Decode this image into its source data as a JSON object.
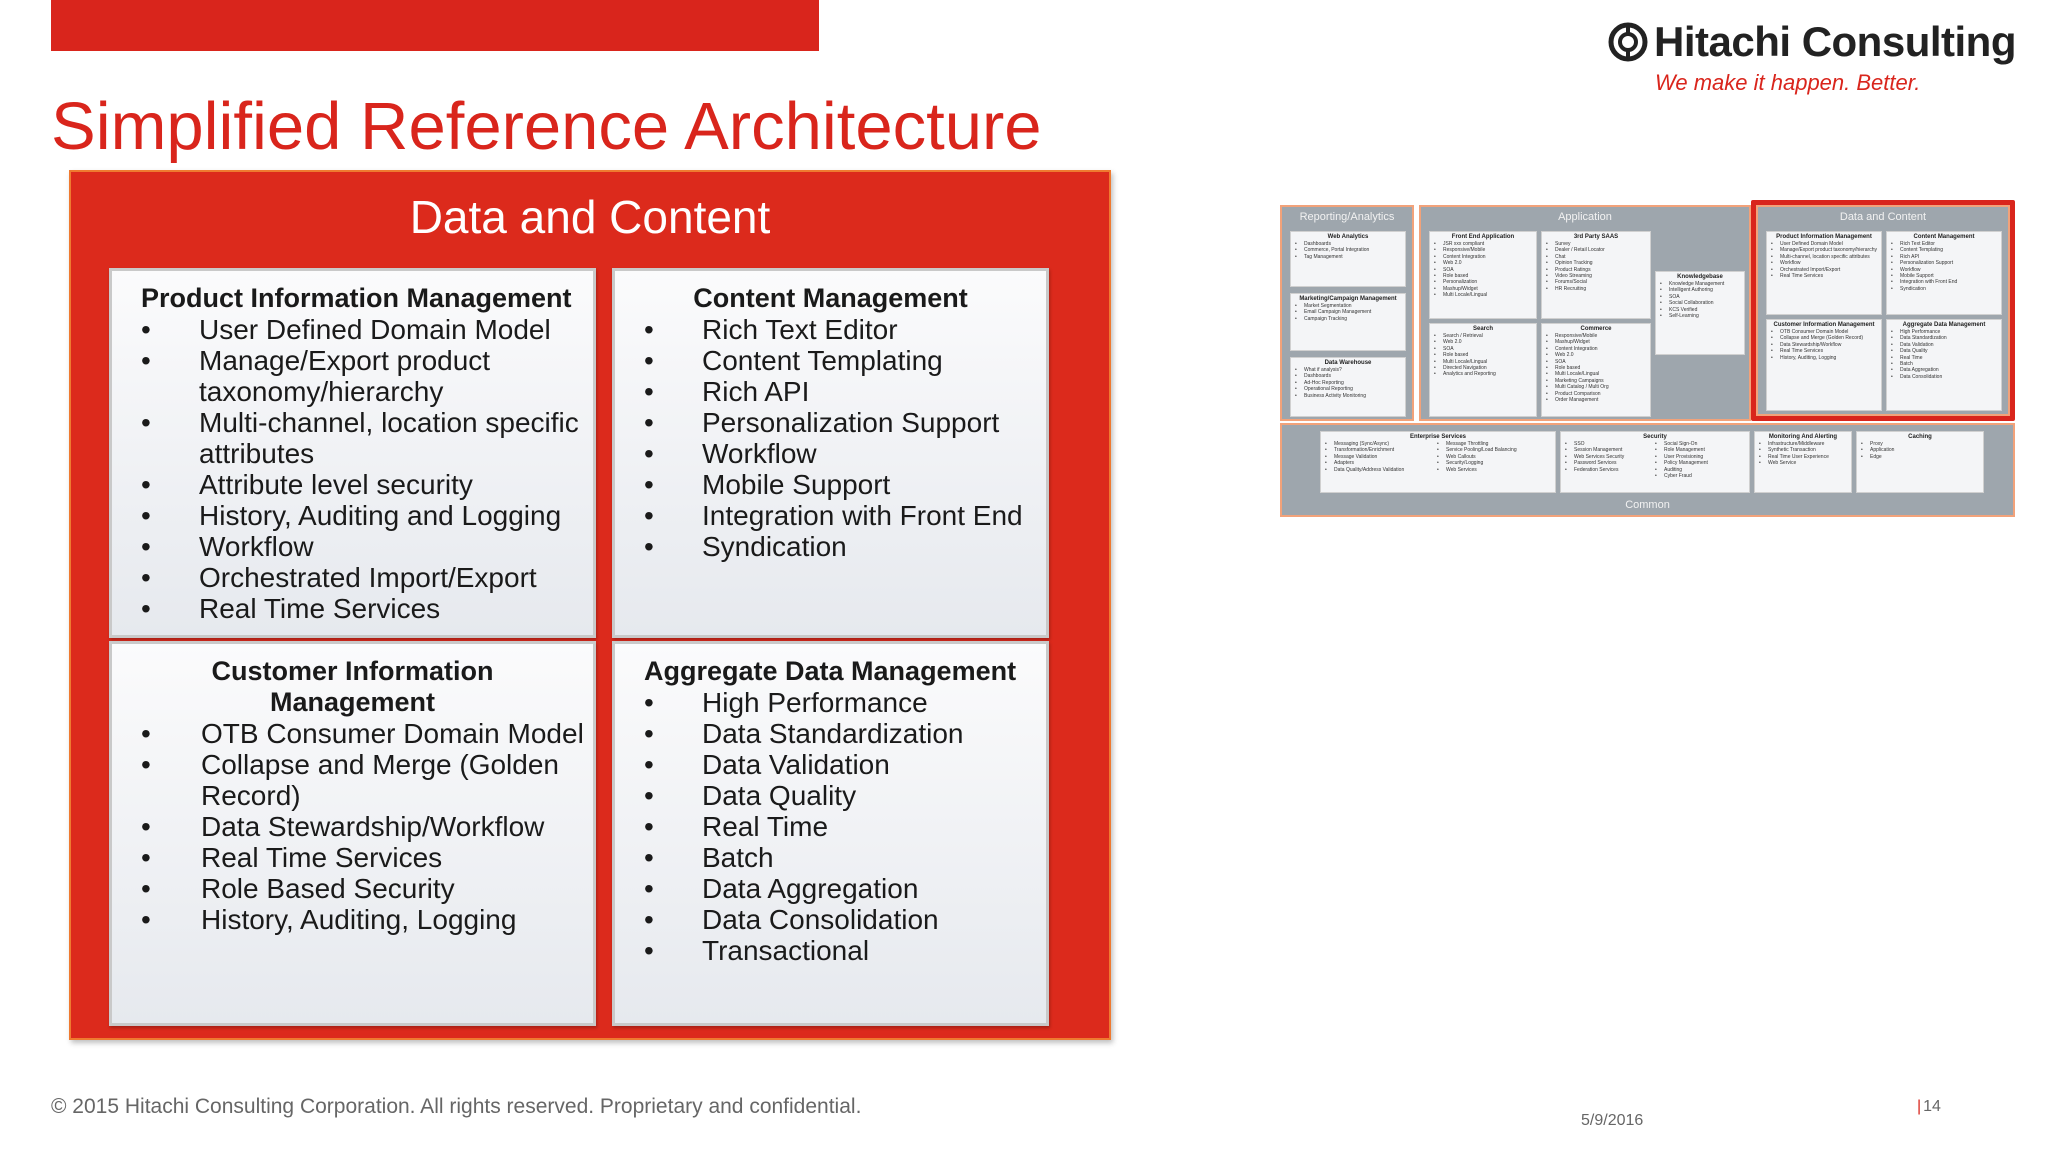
{
  "slide": {
    "title": "Simplified Reference Architecture",
    "footer": "© 2015 Hitachi Consulting Corporation.  All rights reserved. Proprietary and confidential.",
    "date": "5/9/2016",
    "page": "14",
    "accent_color": "#d9251c"
  },
  "logo": {
    "name": "Hitachi Consulting",
    "tagline": "We make it happen. Better."
  },
  "panel": {
    "title": "Data and Content",
    "boxes": [
      {
        "title": "Product Information Management",
        "items": [
          "User Defined Domain Model",
          "Manage/Export product taxonomy/hierarchy",
          "Multi-channel, location specific attributes",
          "Attribute level security",
          "History, Auditing and Logging",
          "Workflow",
          "Orchestrated Import/Export",
          "Real Time Services"
        ]
      },
      {
        "title": "Content Management",
        "items": [
          "Rich Text Editor",
          "Content Templating",
          "Rich API",
          "Personalization Support",
          "Workflow",
          "Mobile Support",
          "Integration with Front End",
          "Syndication"
        ]
      },
      {
        "title": "Customer Information Management",
        "items": [
          "OTB Consumer Domain Model",
          "Collapse and Merge (Golden Record)",
          "Data Stewardship/Workflow",
          "Real Time Services",
          "Role Based Security",
          "History, Auditing, Logging"
        ]
      },
      {
        "title": "Aggregate Data Management",
        "items": [
          "High Performance",
          "Data Standardization",
          "Data Validation",
          "Data Quality",
          "Real Time",
          "Batch",
          "Data Aggregation",
          "Data Consolidation",
          "Transactional"
        ]
      }
    ]
  },
  "thumbnail": {
    "reporting": {
      "title": "Reporting/Analytics",
      "cards": [
        {
          "title": "Web Analytics",
          "items": [
            "Dashboards",
            "Commerce, Portal Integration",
            "Tag Management"
          ]
        },
        {
          "title": "Marketing/Campaign Management",
          "items": [
            "Market Segmentation",
            "Email Campaign Management",
            "Campaign Tracking"
          ]
        },
        {
          "title": "Data Warehouse",
          "items": [
            "What if analysis?",
            "Dashboards",
            "Ad-Hoc Reporting",
            "Operational Reporting",
            "Business Activity Monitoring"
          ]
        }
      ]
    },
    "application": {
      "title": "Application",
      "cards": [
        {
          "title": "Front End Application",
          "items": [
            "JSR xxx compliant",
            "Responsive/Mobile",
            "Content Integration",
            "Web 2.0",
            "SOA",
            "Role based",
            "Personalization",
            "Mashup/Widget",
            "Multi Locale/Lingual"
          ]
        },
        {
          "title": "3rd Party SAAS",
          "items": [
            "Survey",
            "Dealer / Retail Locator",
            "Chat",
            "Opinion Tracking",
            "Product Ratings",
            "Video Streaming",
            "Forums/Social",
            "HR Recruiting"
          ]
        },
        {
          "title": "Search",
          "items": [
            "Search / Retrieval",
            "Web 2.0",
            "SOA",
            "Role based",
            "Multi Locale/Lingual",
            "Directed Navigation",
            "Analytics and Reporting"
          ]
        },
        {
          "title": "Commerce",
          "items": [
            "Responsive/Mobile",
            "Mashup/Widget",
            "Content Integration",
            "Web 2.0",
            "SOA",
            "Role based",
            "Multi Locale/Lingual",
            "Marketing Campaigns",
            "Multi Catalog / Multi Org",
            "Product Comparison",
            "Order Management"
          ]
        },
        {
          "title": "Knowledgebase",
          "items": [
            "Knowledge Management",
            "Intelligent Authoring",
            "SOA",
            "Social Collaboration",
            "KCS Verified",
            "Self-Learning"
          ]
        }
      ]
    },
    "data_content": {
      "title": "Data and Content",
      "cards": [
        {
          "title": "Product Information Management",
          "items": [
            "User Defined Domain Model",
            "Manage/Export product taxonomy/hierarchy",
            "Multi-channel, location specific attributes",
            "Workflow",
            "Orchestrated Import/Export",
            "Real Time Services"
          ]
        },
        {
          "title": "Content Management",
          "items": [
            "Rich Text Editor",
            "Content Templating",
            "Rich API",
            "Personalization Support",
            "Workflow",
            "Mobile Support",
            "Integration with Front End",
            "Syndication"
          ]
        },
        {
          "title": "Customer Information Management",
          "items": [
            "OTB Consumer Domain Model",
            "Collapse and Merge (Golden Record)",
            "Data Stewardship/Workflow",
            "Real Time Services",
            "History, Auditing, Logging"
          ]
        },
        {
          "title": "Aggregate Data Management",
          "items": [
            "High Performance",
            "Data Standardization",
            "Data Validation",
            "Data Quality",
            "Real Time",
            "Batch",
            "Data Aggregation",
            "Data Consolidation"
          ]
        }
      ]
    },
    "common": {
      "title": "Common",
      "cards": [
        {
          "title": "Enterprise Services",
          "items": [
            "Messaging (Sync/Async)",
            "Transformation/Enrichment",
            "Message Validation",
            "Adapters",
            "Data Quality/Address Validation"
          ],
          "items2": [
            "Message Throttling",
            "Service Pooling/Load Balancing",
            "Web Callouts",
            "Security/Logging",
            "Web Services"
          ]
        },
        {
          "title": "Security",
          "items": [
            "SSO",
            "Session Management",
            "Web Services Security",
            "Password Services",
            "Federation Services"
          ],
          "items2": [
            "Social Sign-On",
            "Role Management",
            "User Provisioning",
            "Policy Management",
            "Auditing",
            "Cyber Fraud"
          ]
        },
        {
          "title": "Monitoring And Alerting",
          "items": [
            "Infrastructure/Middleware",
            "Synthetic Transaction",
            "Real Time User Experience",
            "Web Service"
          ]
        },
        {
          "title": "Caching",
          "items": [
            "Proxy",
            "Application",
            "Edge"
          ]
        }
      ]
    }
  }
}
